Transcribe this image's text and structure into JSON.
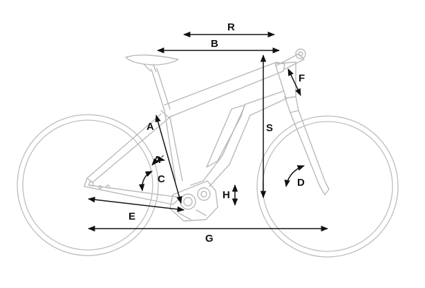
{
  "labels": {
    "R": "R",
    "B": "B",
    "F": "F",
    "S": "S",
    "A": "A",
    "A_prime": "A´",
    "C": "C",
    "H": "H",
    "D": "D",
    "E": "E",
    "G": "G"
  },
  "colors": {
    "outline": "#b9b9b9",
    "dimension": "#111111"
  }
}
